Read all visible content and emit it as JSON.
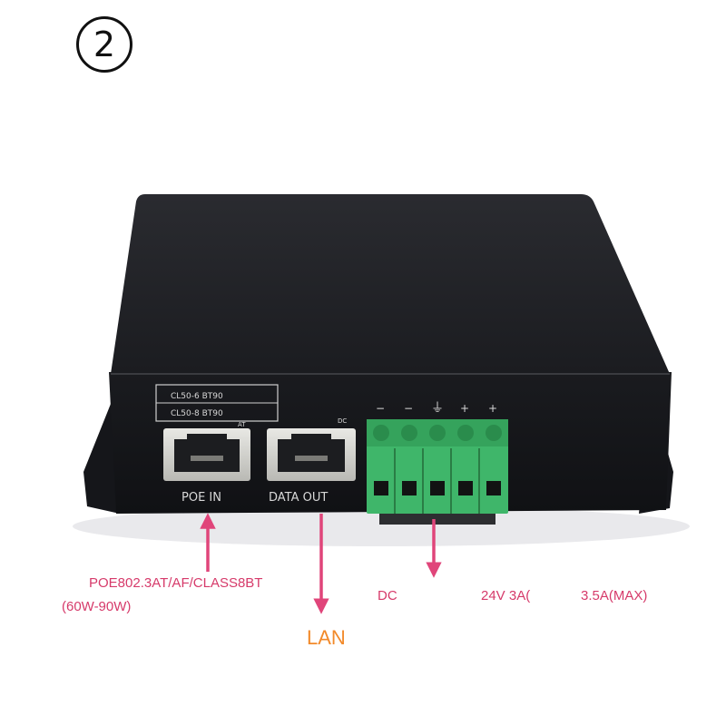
{
  "badge": {
    "number": "2"
  },
  "device": {
    "class_lines": [
      "CL50-6 BT90",
      "CL50-8 BT90"
    ],
    "port_small_labels": [
      "AT",
      "DC"
    ],
    "ports": [
      {
        "label": "POE IN"
      },
      {
        "label": "DATA OUT"
      }
    ],
    "terminal_marks": [
      "−",
      "−",
      "⏚",
      "+",
      "+"
    ]
  },
  "annotations": {
    "poe_standard": "POE802.3AT/AF/CLASS8BT",
    "poe_power": "(60W-90W)",
    "lan": "LAN",
    "dc": "DC",
    "voltage": "24V 3A(",
    "max_current": "3.5A(MAX)"
  },
  "colors": {
    "housing": "#1a1b1f",
    "housing_front": "#141519",
    "terminal_block": "#3fb66a",
    "arrow": "#e0457a",
    "lan_text": "#f28a2a"
  }
}
